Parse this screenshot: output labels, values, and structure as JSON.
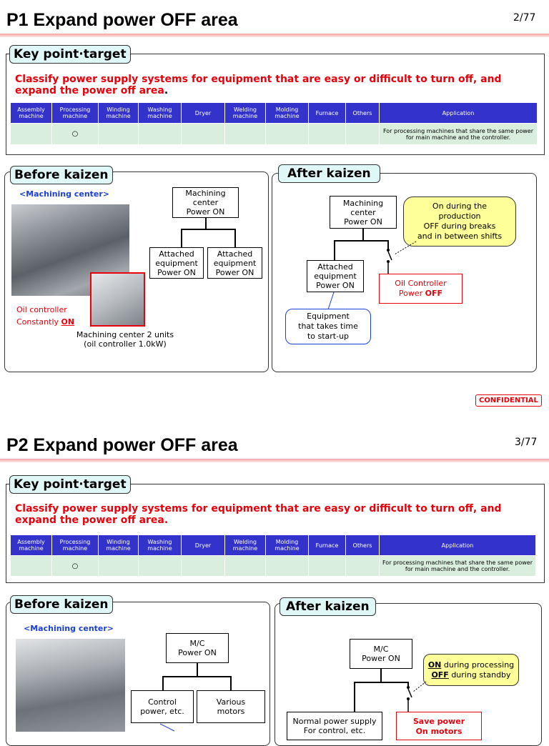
{
  "headers": [
    "Assembly machine",
    "Processing machine",
    "Winding machine",
    "Washing machine",
    "Dryer",
    "Welding machine",
    "Molding machine",
    "Furnace",
    "Others",
    "Application"
  ],
  "application_text": "For processing machines that share the same power for main machine and the controller.",
  "mark": "○",
  "p1": {
    "title": "P1 Expand power OFF area",
    "page": "2/77",
    "key_point": "Key point·target",
    "statement_a": "Classify power supply systems for equipment that are easy or difficult to turn off, and expand the power off area",
    "statement_period": ".",
    "before_label": "Before kaizen",
    "after_label": "After kaizen",
    "mc_label": "<Machining center>",
    "before_top": [
      "Machining",
      "center",
      "Power ON"
    ],
    "before_child1": [
      "Attached",
      "equipment",
      "Power ON"
    ],
    "before_child2": [
      "Attached",
      "equipment",
      "Power ON"
    ],
    "oil_line1": "Oil controller",
    "oil_line2_pre": "Constantly ",
    "oil_line2_on": "ON",
    "caption_1": "Machining center 2 units",
    "caption_2": "(oil controller 1.0kW)",
    "after_top": [
      "Machining",
      "center",
      "Power ON"
    ],
    "after_child": [
      "Attached",
      "equipment",
      "Power ON"
    ],
    "yellow_callout": [
      "On during the",
      "production",
      "OFF during breaks",
      "and in between shifts"
    ],
    "red_box_line1": "Oil Controller",
    "red_box_line2_pre": "Power ",
    "red_box_line2_off": "OFF",
    "blue_callout": [
      "Equipment",
      "that takes time",
      "to start-up"
    ],
    "confidential": "CONFIDENTIAL"
  },
  "p2": {
    "title": "P2 Expand power OFF area",
    "page": "3/77",
    "key_point": "Key point·target",
    "statement": "Classify power supply systems for equipment that are easy or difficult to turn off, and expand the power off area.",
    "before_label": "Before kaizen",
    "after_label": "After kaizen",
    "mc_label": "<Machining center>",
    "before_top": [
      "M/C",
      "Power ON"
    ],
    "before_child1": [
      "Control",
      "power, etc."
    ],
    "before_child2": [
      "Various",
      "motors"
    ],
    "after_top": [
      "M/C",
      "Power ON"
    ],
    "yellow_on": "ON",
    "yellow_on_rest": " during processing",
    "yellow_off": "OFF",
    "yellow_off_rest": " during standby",
    "normal_box": [
      "Normal power supply",
      "For control, etc."
    ],
    "save_box": [
      "Save power",
      "On motors"
    ]
  }
}
